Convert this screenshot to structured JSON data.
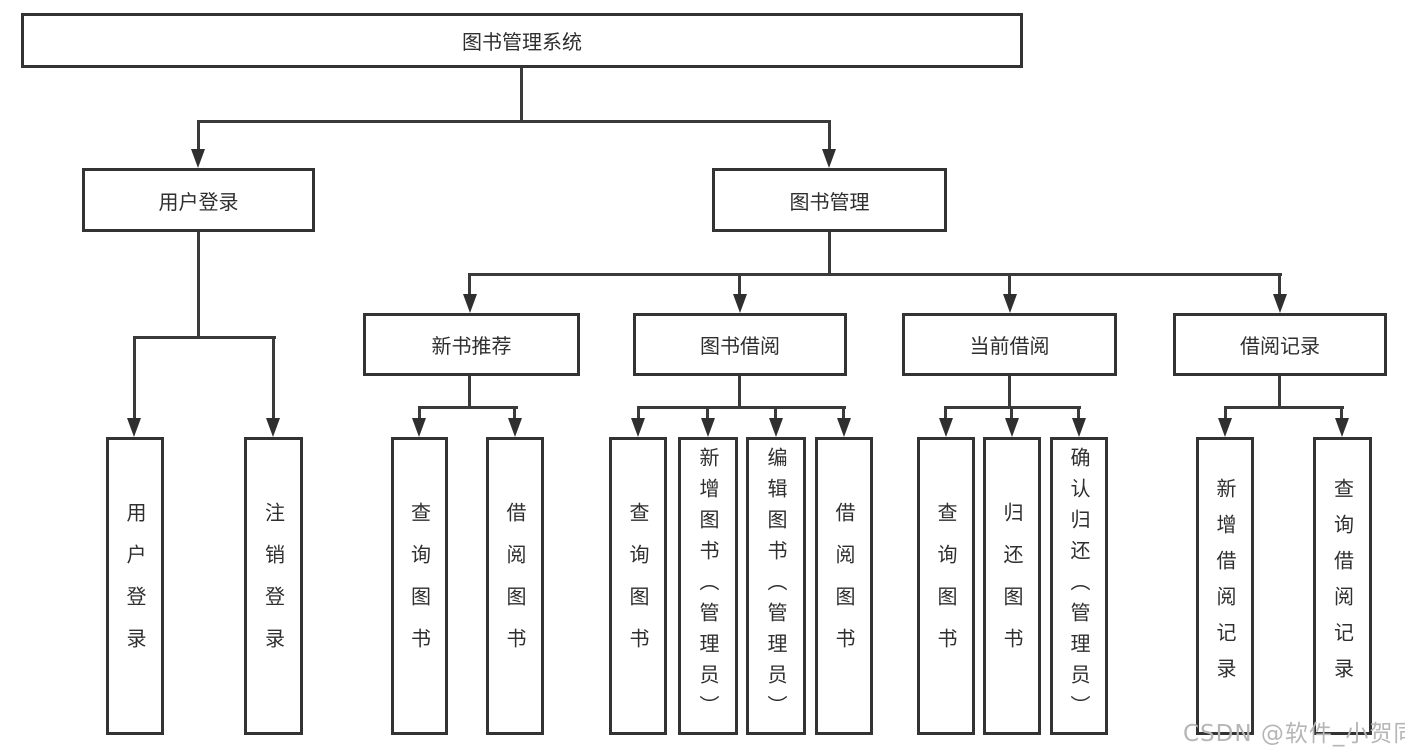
{
  "tree": {
    "label": "图书管理系统",
    "children": [
      {
        "label": "用户登录",
        "children": [
          {
            "label": "用户登录"
          },
          {
            "label": "注销登录"
          }
        ]
      },
      {
        "label": "图书管理",
        "children": [
          {
            "label": "新书推荐",
            "children": [
              {
                "label": "查询图书"
              },
              {
                "label": "借阅图书"
              }
            ]
          },
          {
            "label": "图书借阅",
            "children": [
              {
                "label": "查询图书"
              },
              {
                "label": "新增图书（管理员）"
              },
              {
                "label": "编辑图书（管理员）"
              },
              {
                "label": "借阅图书"
              }
            ]
          },
          {
            "label": "当前借阅",
            "children": [
              {
                "label": "查询图书"
              },
              {
                "label": "归还图书"
              },
              {
                "label": "确认归还（管理员）"
              }
            ]
          },
          {
            "label": "借阅记录",
            "children": [
              {
                "label": "新增借阅记录"
              },
              {
                "label": "查询借阅记录"
              }
            ]
          }
        ]
      }
    ]
  },
  "watermark": {
    "text": "CSDN @软件_小贺同学"
  },
  "colors": {
    "background": "#ffffff",
    "box_border": "#333333",
    "line": "#3a3a3a",
    "text": "#2f2f2f",
    "watermark": "#b6b6b6"
  }
}
